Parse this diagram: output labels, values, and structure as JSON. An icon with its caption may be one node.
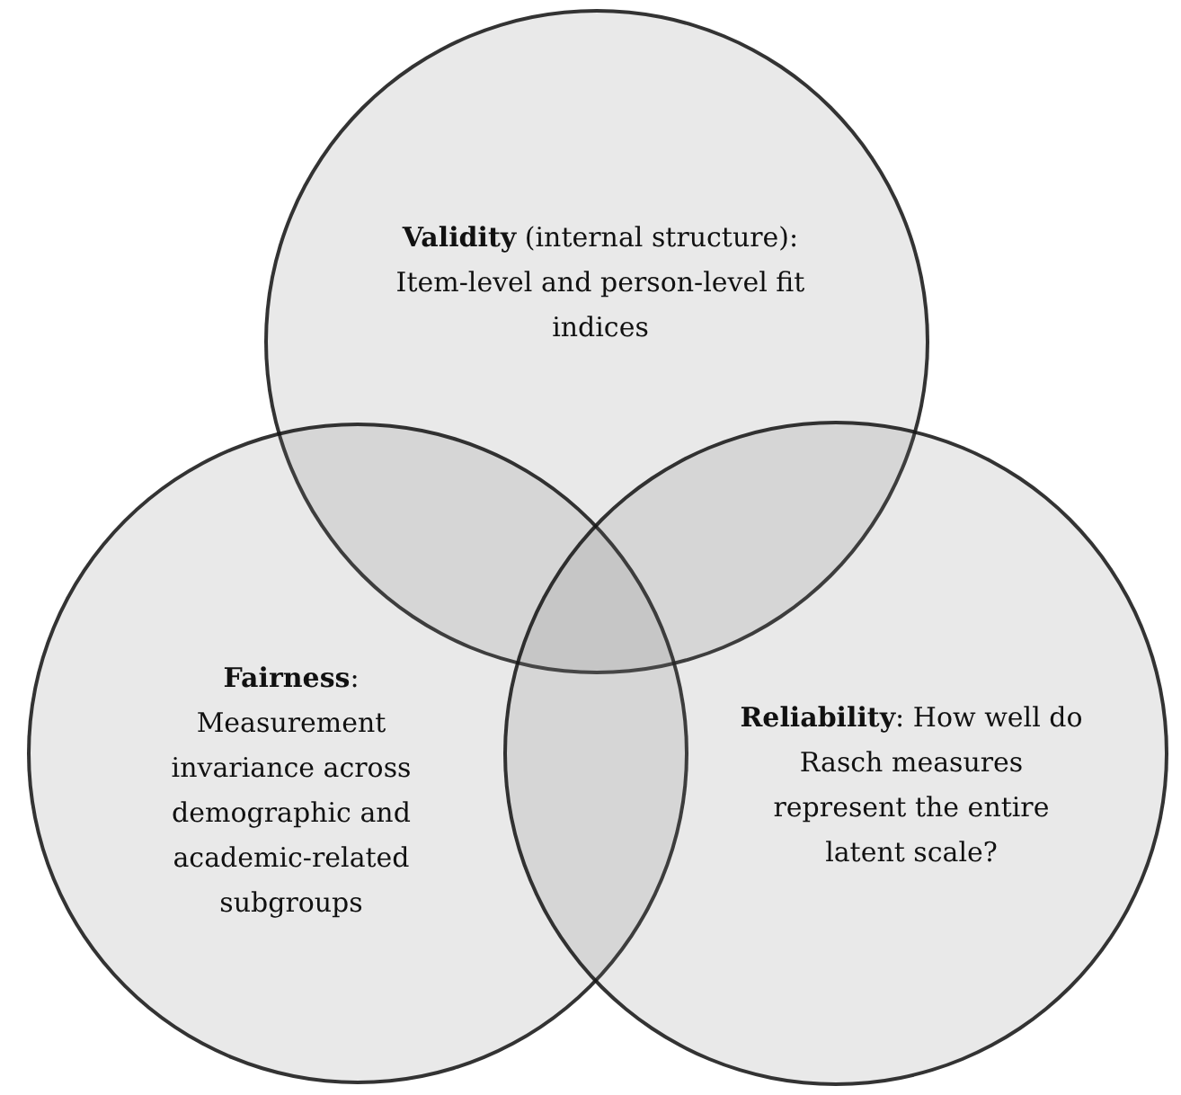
{
  "diagram": {
    "nodes": [
      {
        "text": [
          "**Validity** (internal structure): Item-level and person-level fit indices"
        ]
      },
      {
        "text": [
          "**Fairness**: Measurement invariance across demographic and academic-related subgroups"
        ]
      },
      {
        "text": [
          "**Reliability**: How well do Rasch measures represent the entire latent scale?"
        ]
      }
    ]
  }
}
